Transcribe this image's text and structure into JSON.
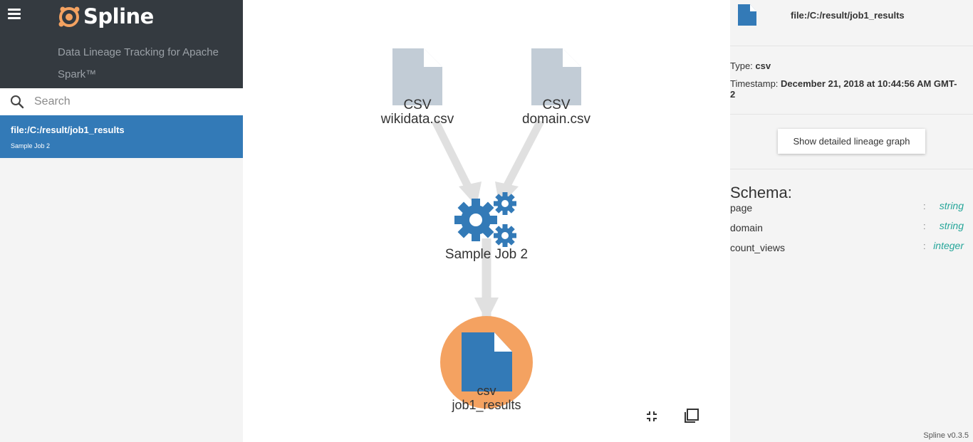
{
  "app": {
    "name": "Spline",
    "tagline": "Data Lineage Tracking for Apache Spark™",
    "version": "Spline v0.3.5"
  },
  "search": {
    "placeholder": "Search"
  },
  "results": [
    {
      "title": "file:/C:/result/job1_results",
      "subtitle": "Sample Job 2"
    }
  ],
  "graph": {
    "sources": [
      {
        "type": "CSV",
        "name": "wikidata.csv"
      },
      {
        "type": "CSV",
        "name": "domain.csv"
      }
    ],
    "job": {
      "name": "Sample Job 2"
    },
    "target": {
      "type": "csv",
      "name": "job1_results"
    }
  },
  "detail": {
    "title": "file:/C:/result/job1_results",
    "type_label": "Type:",
    "type_value": "csv",
    "timestamp_label": "Timestamp:",
    "timestamp_value": "December 21, 2018 at 10:44:56 AM GMT-2",
    "button_label": "Show detailed lineage graph",
    "schema_title": "Schema:",
    "schema": [
      {
        "name": "page",
        "type": "string"
      },
      {
        "name": "domain",
        "type": "string"
      },
      {
        "name": "count_views",
        "type": "integer"
      }
    ]
  },
  "colors": {
    "sidebar_header": "#343a40",
    "selected_item": "#337ab7",
    "source_icon": "#c2ccd6",
    "target_icon": "#337ab7",
    "target_highlight": "#f4a261",
    "edge": "#e0e0e0",
    "type_text": "#26a69a"
  },
  "icons": {
    "menu": "hamburger-icon",
    "search": "search-icon",
    "file": "file-icon",
    "job": "gears-icon",
    "fit": "fit-to-screen-icon",
    "expand": "expand-icon"
  }
}
